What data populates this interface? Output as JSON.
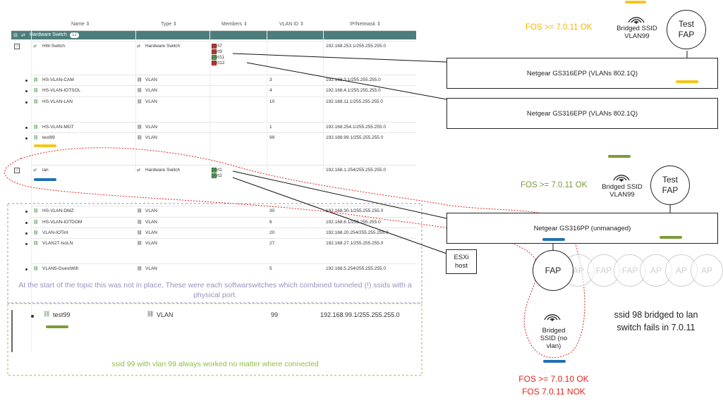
{
  "table": {
    "headers": {
      "name": "Name ⇕",
      "type": "Type ⇕",
      "members": "Members ⇕",
      "vlan": "VLAN ID ⇕",
      "ip": "IP/Netmask ⇕"
    },
    "group": {
      "label": "Hardware Switch",
      "count": "12"
    },
    "rows": [
      {
        "name": "HW-Switch",
        "type": "Hardware Switch",
        "vlan": "",
        "ip": "192.168.253.1/255.255.255.0",
        "members": [
          {
            "label": "port7",
            "color": "red"
          },
          {
            "label": "port9",
            "color": "red"
          },
          {
            "label": "port11",
            "color": "green"
          },
          {
            "label": "port12",
            "color": "red"
          }
        ]
      },
      {
        "name": "HS-VLAN-CAM",
        "type": "VLAN",
        "vlan": "3",
        "ip": "192.168.3.1/255.255.255.0"
      },
      {
        "name": "HS-VLAN-IOTSOL",
        "type": "VLAN",
        "vlan": "4",
        "ip": "192.168.4.1/255.255.255.0"
      },
      {
        "name": "HS-VLAN-LAN",
        "type": "VLAN",
        "vlan": "10",
        "ip": "192.168.11.1/255.255.255.0"
      },
      {
        "name": "HS-VLAN-MGT",
        "type": "VLAN",
        "vlan": "1",
        "ip": "192.168.254.1/255.255.255.0"
      },
      {
        "name": "test99",
        "type": "VLAN",
        "vlan": "99",
        "ip": "192.168.99.1/255.255.255.0"
      },
      {
        "name": "lan",
        "type": "Hardware Switch",
        "vlan": "",
        "ip": "192.168.1.254/255.255.255.0",
        "members": [
          {
            "label": "port1",
            "color": "green"
          },
          {
            "label": "port2",
            "color": "green"
          }
        ]
      },
      {
        "name": "HS-VLAN-DMZ",
        "type": "VLAN",
        "vlan": "30",
        "ip": "192.168.30.1/255.255.255.0"
      },
      {
        "name": "HS-VLAN-IOTDOM",
        "type": "VLAN",
        "vlan": "6",
        "ip": "192.168.6.1/255.255.255.0"
      },
      {
        "name": "VLAN-IOTint",
        "type": "VLAN",
        "vlan": "20",
        "ip": "192.168.20.254/255.255.255.0"
      },
      {
        "name": "VLAN27-IsoLN",
        "type": "VLAN",
        "vlan": "27",
        "ip": "192.168.27.1/255.255.255.0"
      },
      {
        "name": "VLAN5-GuestWifi",
        "type": "VLAN",
        "vlan": "5",
        "ip": "192.168.5.254/255.255.255.0"
      }
    ],
    "zoom_row": {
      "name": "test99",
      "type": "VLAN",
      "vlan": "99",
      "ip": "192.168.99.1/255.255.255.0"
    }
  },
  "notes": {
    "purple": "At the start of the topic this was not in place, These were each softwarswitches which combined tunneled (!) ssids with a physical port.",
    "green": "ssid 99 with vlan 99 always worked no matter where connected",
    "ssid98": "ssid 98 bridged to lan switch fails in 7.0.11",
    "fos_top": "FOS >= 7.0.11 OK",
    "fos_mid": "FOS >= 7.0.11 OK",
    "fos_bottom_ok": "FOS >= 7.0.10 OK",
    "fos_bottom_nok": "FOS 7.0.11 NOK"
  },
  "devices": {
    "switch1": "Netgear GS316EPP (VLANs 802.1Q)",
    "switch2": "Netgear GS316EPP  (VLANs 802.1Q)",
    "switch3": "Netgear GS316PP (unmanaged)",
    "esxi": "ESXi host",
    "test_fap_top": "Test FAP",
    "test_fap_mid": "Test FAP",
    "fap": "FAP",
    "ghost_ap": [
      "AP",
      "FAP",
      "FAP",
      "AP",
      "AP",
      "AP"
    ],
    "ssid_top": "Bridged SSID VLAN99",
    "ssid_mid": "Bridged SSID VLAN99",
    "ssid_bottom": "Bridged SSID (no vlan)"
  },
  "colors": {
    "yellow": "#f5c518",
    "olive": "#7d9a3c",
    "blue": "#1f6fb5",
    "red": "#e0241b",
    "purple": "#9990bf",
    "green": "#8cbf3f",
    "header": "#4e7e7b",
    "orange": "#f5b400"
  }
}
